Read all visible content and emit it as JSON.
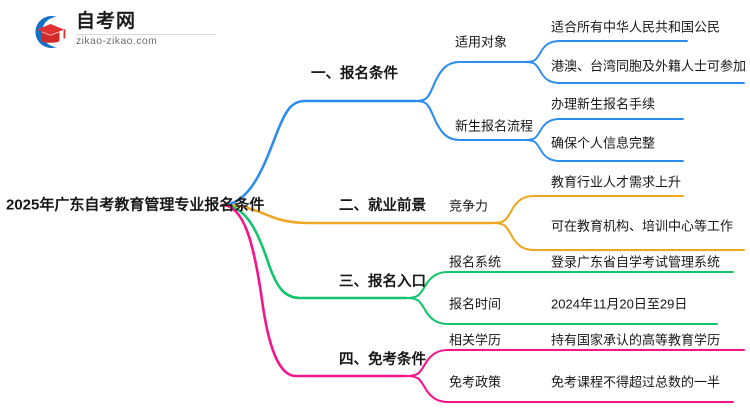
{
  "logo": {
    "brand": "自考网",
    "url": "zikao-zikao.com",
    "mark_icon": "graduation-cap-icon"
  },
  "mindmap": {
    "root": "2025年广东自考教育管理专业报名条件",
    "colors": {
      "branch1": "#2d8cf0",
      "branch2": "#eda722",
      "branch3": "#12c46c",
      "branch4": "#f5148c",
      "text": "#171717"
    },
    "branches": [
      {
        "label": "一、报名条件",
        "color": "#2d8cf0",
        "children": [
          {
            "label": "适用对象",
            "leaves": [
              "适合所有中华人民共和国公民",
              "港澳、台湾同胞及外籍人士可参加"
            ]
          },
          {
            "label": "新生报名流程",
            "leaves": [
              "办理新生报名手续",
              "确保个人信息完整"
            ]
          }
        ]
      },
      {
        "label": "二、就业前景",
        "color": "#eda722",
        "children": [
          {
            "label": "竞争力",
            "leaves": [
              "教育行业人才需求上升",
              "可在教育机构、培训中心等工作"
            ]
          }
        ]
      },
      {
        "label": "三、报名入口",
        "color": "#12c46c",
        "children": [
          {
            "label": "报名系统",
            "leaves": [
              "登录广东省自学考试管理系统"
            ]
          },
          {
            "label": "报名时间",
            "leaves": [
              "2024年11月20日至29日"
            ]
          }
        ]
      },
      {
        "label": "四、免考条件",
        "color": "#f5148c",
        "children": [
          {
            "label": "相关学历",
            "leaves": [
              "持有国家承认的高等教育学历"
            ]
          },
          {
            "label": "免考政策",
            "leaves": [
              "免考课程不得超过总数的一半"
            ]
          }
        ]
      }
    ]
  }
}
